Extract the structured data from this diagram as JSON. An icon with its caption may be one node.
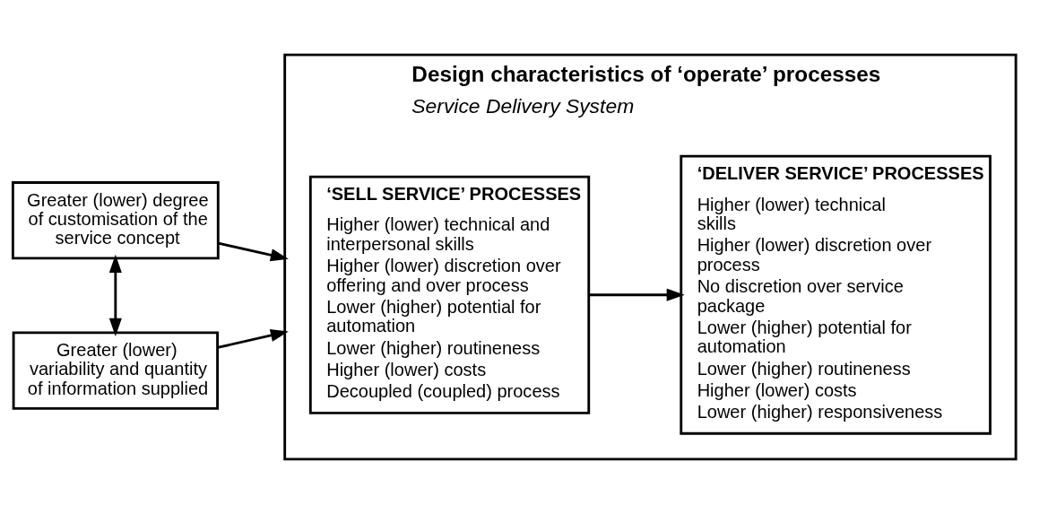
{
  "diagram": {
    "nodes": [
      {
        "text": [
          "Design characteristics of ‘operate’ processes",
          "Service Delivery System"
        ]
      },
      {
        "text": [
          "‘SELL SERVICE’ PROCESSES",
          "Higher (lower) technical and interpersonal skills",
          "Higher (lower) discretion over offering and over process",
          "Lower (higher) potential for automation",
          "Lower (higher) routineness",
          "Higher (lower) costs",
          "Decoupled (coupled) process"
        ],
        "in": 0
      },
      {
        "text": [
          "‘DELIVER SERVICE’ PROCESSES",
          "Higher (lower) technical skills",
          "Higher (lower) discretion over process",
          "No discretion over service package",
          "Lower (higher) potential for automation",
          "Lower (higher) routineness",
          "Higher (lower) costs",
          "Lower (higher) responsiveness"
        ],
        "in": 0
      },
      {
        "text": [
          "Greater (lower) degree of customisation of the service concept"
        ]
      },
      {
        "text": [
          "Greater (lower) variability and quantity of information supplied"
        ]
      }
    ],
    "edges": [
      {
        "from": 3,
        "to": 4,
        "arrow": "both"
      },
      {
        "from": 3,
        "to": 0,
        "arrow": "to"
      },
      {
        "from": 4,
        "to": 0,
        "arrow": "to"
      },
      {
        "from": 1,
        "to": 2,
        "arrow": "to"
      }
    ]
  }
}
